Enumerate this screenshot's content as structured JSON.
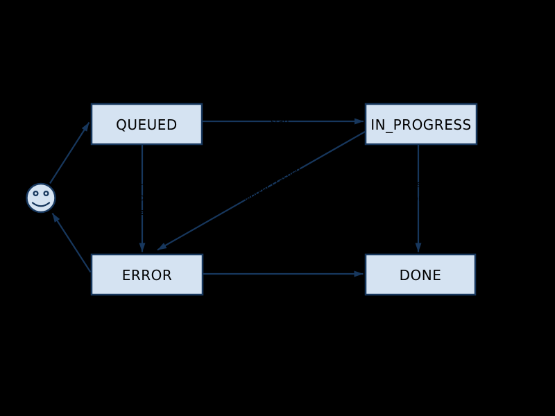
{
  "page": {
    "background_color": "#000000"
  },
  "diagram": {
    "type": "state-machine",
    "colors": {
      "node_fill": "#d5e3f2",
      "node_stroke": "#17375d",
      "edge": "#17375d",
      "node_text": "#000000",
      "edge_label_text": "#000000"
    },
    "nodes": [
      {
        "id": "QUEUED",
        "label": "QUEUED"
      },
      {
        "id": "IN_PROGRESS",
        "label": "IN_PROGRESS"
      },
      {
        "id": "ERROR",
        "label": "ERROR"
      },
      {
        "id": "DONE",
        "label": "DONE"
      },
      {
        "id": "start",
        "label": "",
        "shape": "smiley-face"
      }
    ],
    "edges": [
      {
        "from": "start",
        "to": "QUEUED",
        "label": ""
      },
      {
        "from": "QUEUED",
        "to": "IN_PROGRESS",
        "label": "start"
      },
      {
        "from": "QUEUED",
        "to": "ERROR",
        "label_lines": [
          "could",
          "not",
          "start"
        ]
      },
      {
        "from": "IN_PROGRESS",
        "to": "ERROR",
        "label": "worker crashed"
      },
      {
        "from": "IN_PROGRESS",
        "to": "DONE",
        "label_lines": [
          "task",
          "done"
        ]
      },
      {
        "from": "ERROR",
        "to": "DONE",
        "label": ""
      },
      {
        "from": "ERROR",
        "to": "start",
        "label": ""
      }
    ]
  }
}
